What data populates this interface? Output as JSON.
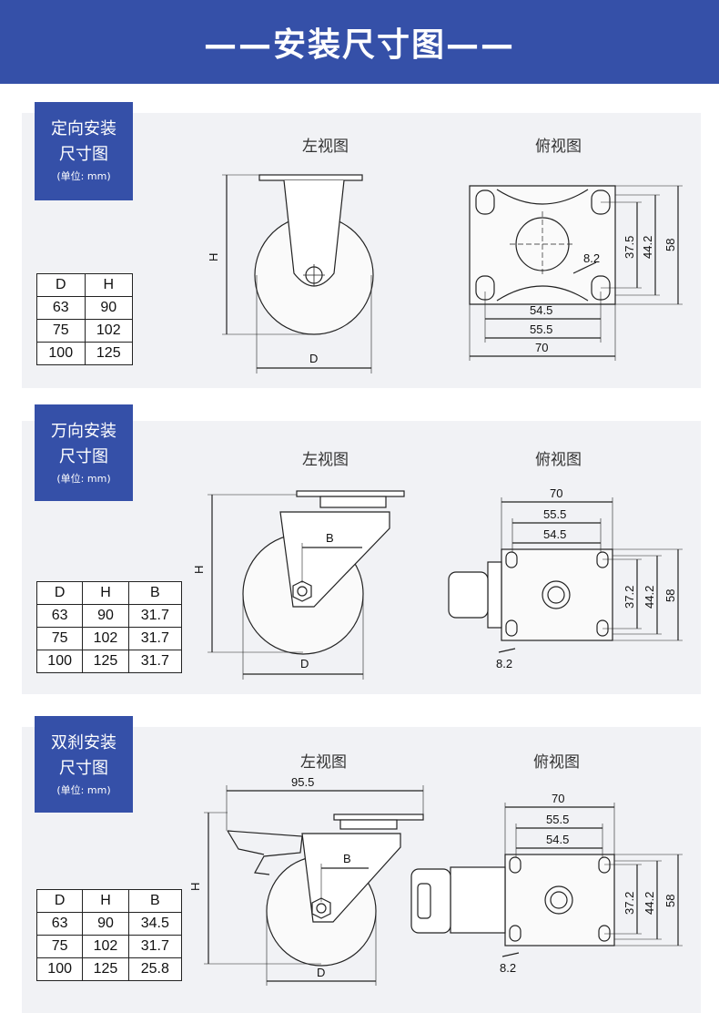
{
  "banner": {
    "title": "——安装尺寸图——"
  },
  "sections": [
    {
      "tag_line1": "定向安装",
      "tag_line2": "尺寸图",
      "unit": "(单位: mm)",
      "left_view": "左视图",
      "top_view": "俯视图",
      "table": {
        "headers": [
          "D",
          "H"
        ],
        "rows": [
          [
            "63",
            "90"
          ],
          [
            "75",
            "102"
          ],
          [
            "100",
            "125"
          ]
        ]
      },
      "dims": {
        "h": "H",
        "d": "D",
        "w1": "54.5",
        "w2": "55.5",
        "w3": "70",
        "v1": "37.5",
        "v2": "44.2",
        "v3": "58",
        "hole": "8.2"
      }
    },
    {
      "tag_line1": "万向安装",
      "tag_line2": "尺寸图",
      "unit": "(单位: mm)",
      "left_view": "左视图",
      "top_view": "俯视图",
      "table": {
        "headers": [
          "D",
          "H",
          "B"
        ],
        "rows": [
          [
            "63",
            "90",
            "31.7"
          ],
          [
            "75",
            "102",
            "31.7"
          ],
          [
            "100",
            "125",
            "31.7"
          ]
        ]
      },
      "dims": {
        "h": "H",
        "d": "D",
        "b": "B",
        "w1": "70",
        "w2": "55.5",
        "w3": "54.5",
        "v1": "37.2",
        "v2": "44.2",
        "v3": "58",
        "hole": "8.2"
      }
    },
    {
      "tag_line1": "双刹安装",
      "tag_line2": "尺寸图",
      "unit": "(单位: mm)",
      "left_view": "左视图",
      "top_view": "俯视图",
      "table": {
        "headers": [
          "D",
          "H",
          "B"
        ],
        "rows": [
          [
            "63",
            "90",
            "34.5"
          ],
          [
            "75",
            "102",
            "31.7"
          ],
          [
            "100",
            "125",
            "25.8"
          ]
        ]
      },
      "dims": {
        "h": "H",
        "d": "D",
        "b": "B",
        "top": "95.5",
        "w1": "70",
        "w2": "55.5",
        "w3": "54.5",
        "v1": "37.2",
        "v2": "44.2",
        "v3": "58",
        "hole": "8.2"
      }
    }
  ]
}
